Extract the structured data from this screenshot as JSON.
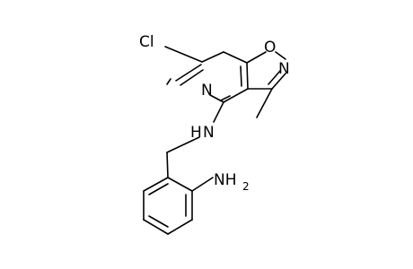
{
  "molecule": {
    "atoms": {
      "cl": "Cl",
      "o": "O",
      "n_isoxazole": "N",
      "n_pyridine": "N",
      "n_amine_h": "H",
      "n_amine_n": "N",
      "nh2_n": "NH",
      "nh2_sub": "2"
    }
  }
}
